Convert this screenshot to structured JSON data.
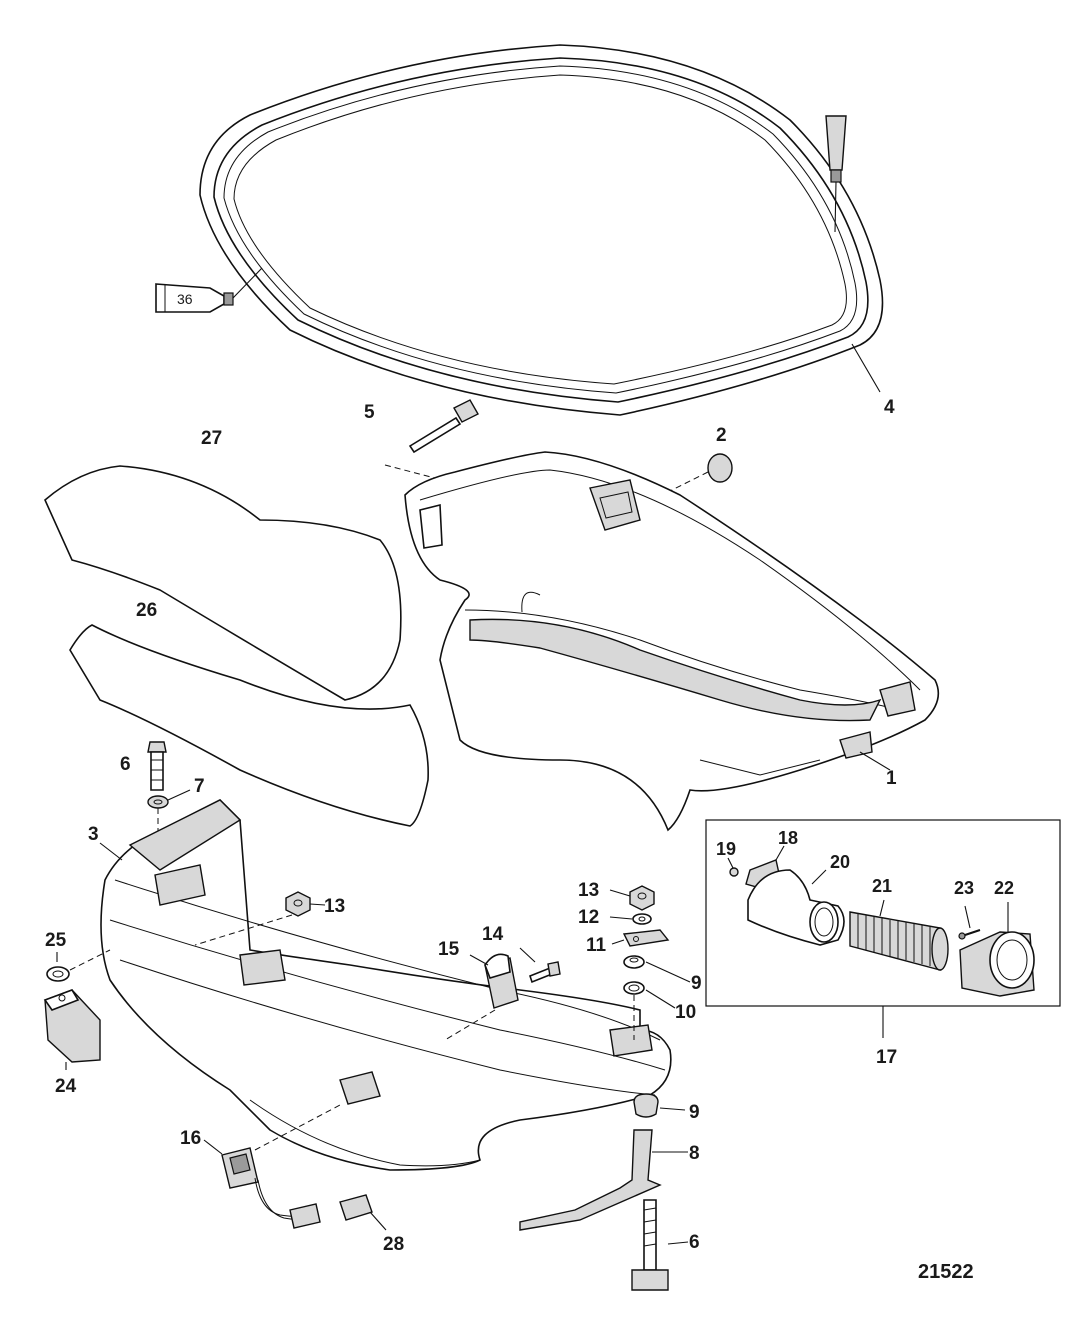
{
  "figure_id": "21522",
  "sealant_label": "36",
  "callouts": {
    "p1": "1",
    "p2": "2",
    "p3": "3",
    "p4": "4",
    "p5": "5",
    "p6a": "6",
    "p6b": "6",
    "p7": "7",
    "p8": "8",
    "p9a": "9",
    "p9b": "9",
    "p10": "10",
    "p11": "11",
    "p12": "12",
    "p13a": "13",
    "p13b": "13",
    "p14": "14",
    "p15": "15",
    "p16": "16",
    "p17": "17",
    "p18": "18",
    "p19": "19",
    "p20": "20",
    "p21": "21",
    "p22": "22",
    "p23": "23",
    "p24": "24",
    "p25": "25",
    "p26": "26",
    "p27": "27",
    "p28": "28"
  }
}
